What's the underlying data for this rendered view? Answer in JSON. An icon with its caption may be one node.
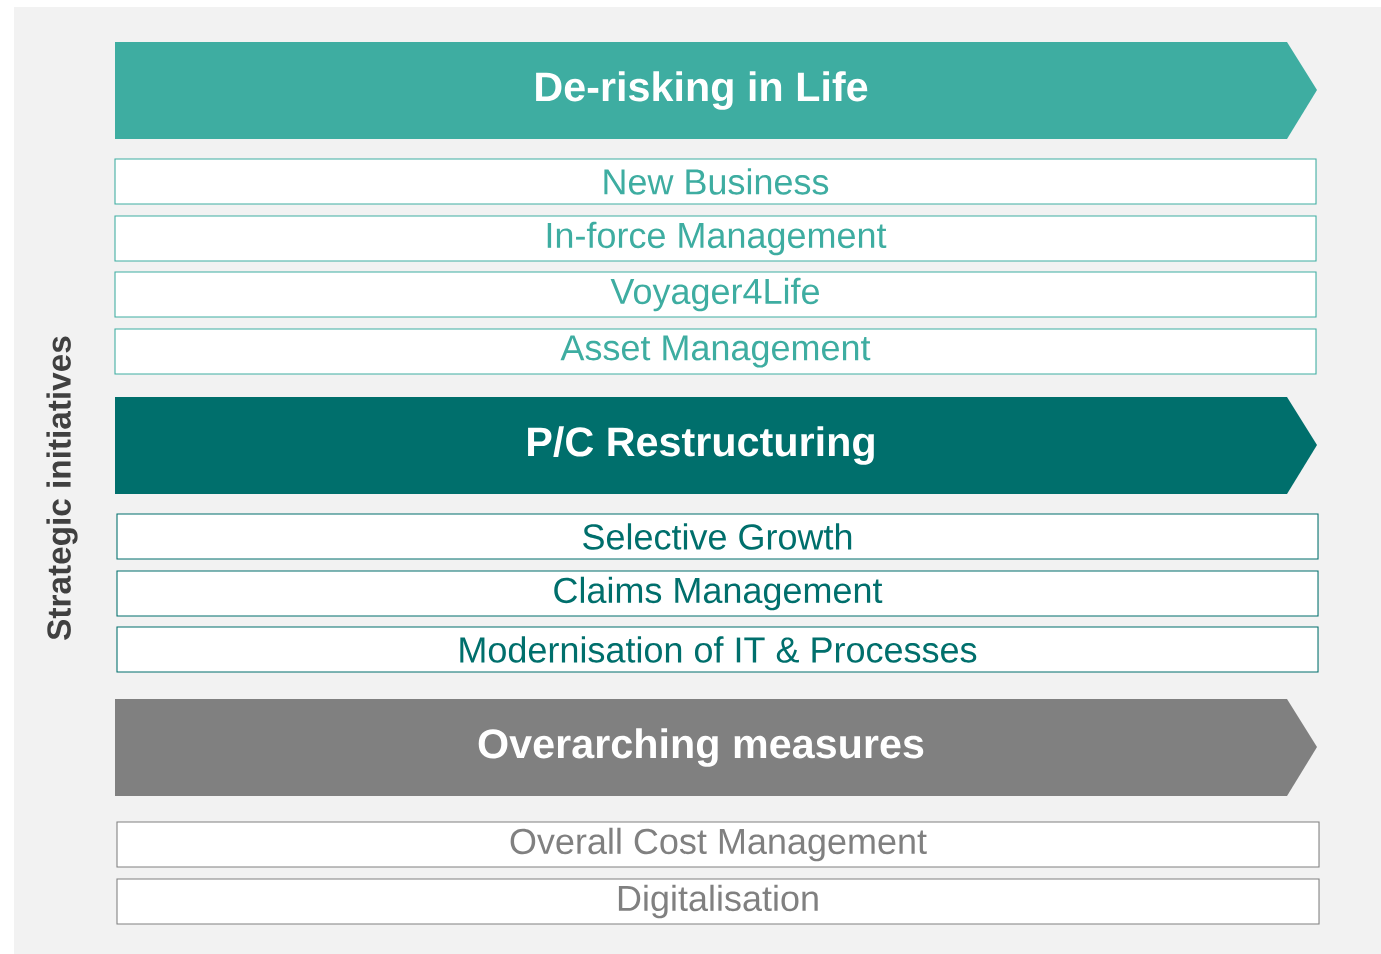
{
  "diagram": {
    "nodes": [
      {
        "text": [
          "De-risking in Life"
        ]
      },
      {
        "text": [
          "New Business"
        ]
      },
      {
        "text": [
          "In-force Management"
        ]
      },
      {
        "text": [
          "Voyager4Life"
        ]
      },
      {
        "text": [
          "Asset Management"
        ]
      },
      {
        "text": [
          "P/C Restructuring"
        ]
      },
      {
        "text": [
          "Selective Growth"
        ]
      },
      {
        "text": [
          "Claims Management"
        ]
      },
      {
        "text": [
          "Modernisation of IT & Processes"
        ]
      },
      {
        "text": [
          "Overarching measures"
        ]
      },
      {
        "text": [
          "Overall Cost Management"
        ]
      },
      {
        "text": [
          "Digitalisation"
        ]
      }
    ],
    "labels": [
      "Strategic initiatives"
    ]
  }
}
